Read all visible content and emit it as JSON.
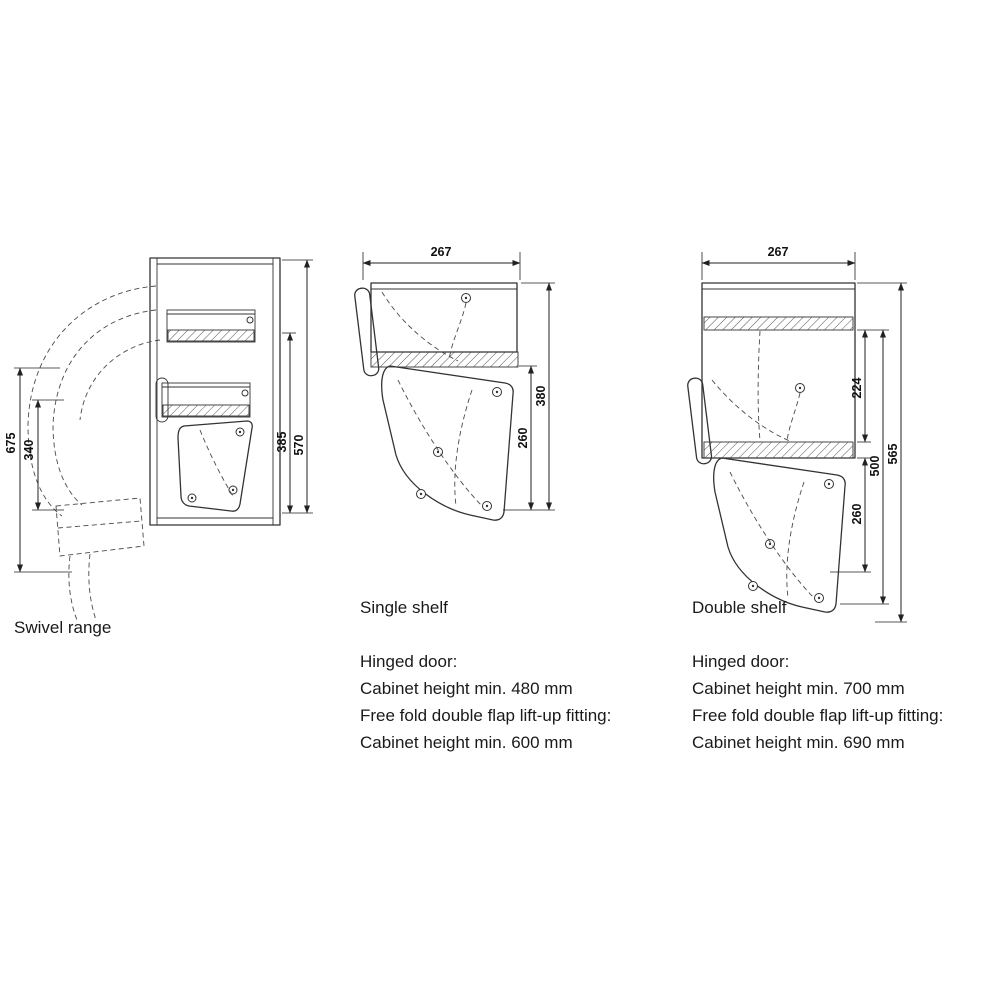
{
  "diagrams": {
    "swivel": {
      "caption": "Swivel range",
      "dims": {
        "outer": "675",
        "inner": "340",
        "shelf": "385",
        "cabinet": "570"
      }
    },
    "single": {
      "caption": "Single shelf",
      "dims": {
        "width": "267",
        "total_height": "380",
        "arm_height": "260"
      },
      "notes": {
        "line1": "Hinged door:",
        "line2": "Cabinet height min. 480 mm",
        "line3": "Free fold double flap lift-up fitting:",
        "line4": "Cabinet height min. 600 mm"
      }
    },
    "double": {
      "caption": "Double shelf",
      "dims": {
        "width": "267",
        "shelf_spacing": "224",
        "inner_height": "500",
        "total_height": "565",
        "arm_height": "260"
      },
      "notes": {
        "line1": "Hinged door:",
        "line2": "Cabinet height min. 700 mm",
        "line3": "Free fold double flap lift-up fitting:",
        "line4": "Cabinet height min. 690 mm"
      }
    }
  }
}
